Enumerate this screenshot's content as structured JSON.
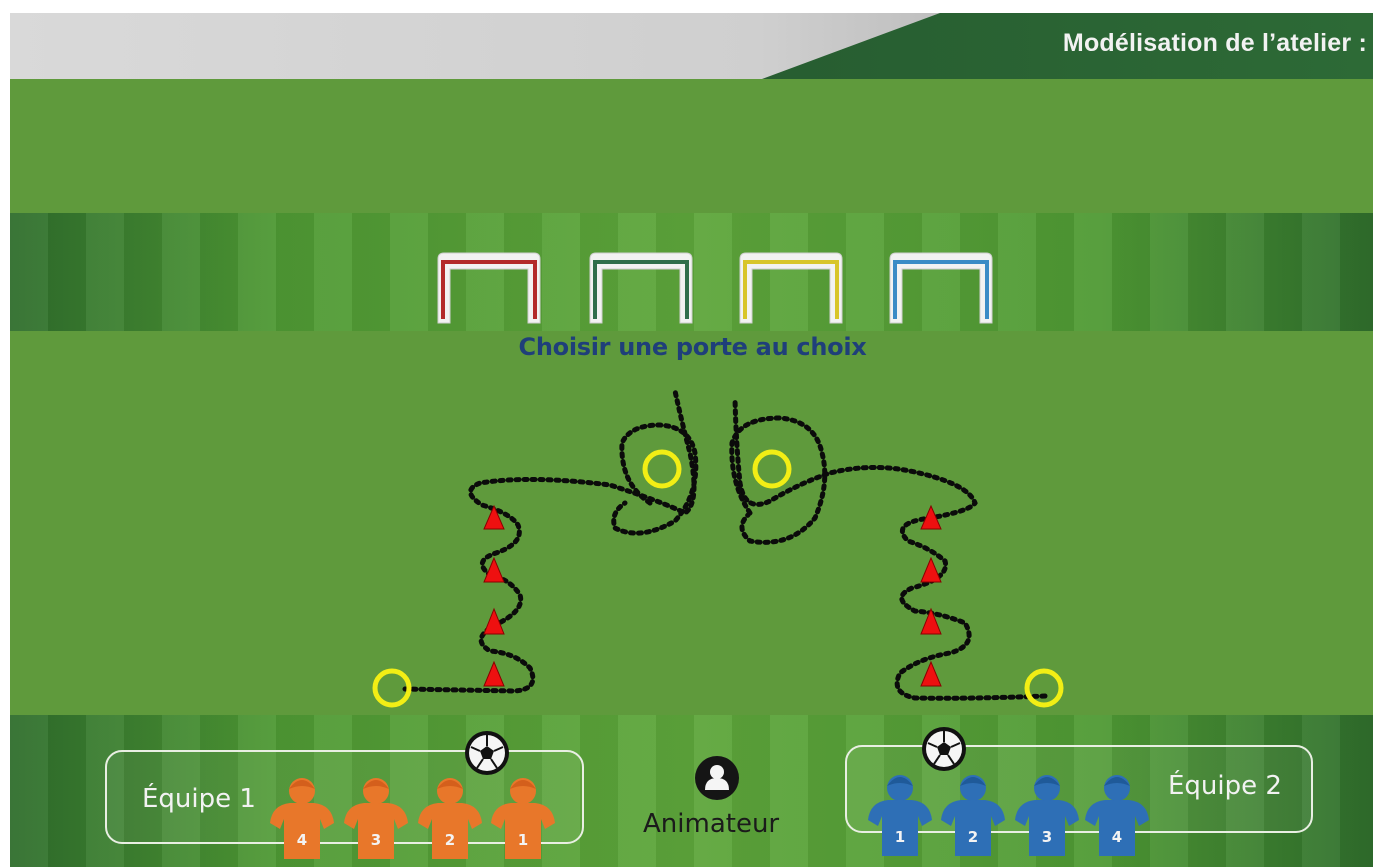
{
  "header": {
    "title": "Modélisation de l’atelier :"
  },
  "field": {
    "instruction": "Choisir une porte au choix",
    "goals": [
      {
        "color": "#b32a2a",
        "icon": "goal-icon"
      },
      {
        "color": "#2f6e4b",
        "icon": "goal-icon"
      },
      {
        "color": "#d8c52a",
        "icon": "goal-icon"
      },
      {
        "color": "#3a8bc6",
        "icon": "goal-icon"
      }
    ],
    "cone_color": "#ee1010",
    "ring_color": "#f2ee15"
  },
  "teams": [
    {
      "label": "Équipe 1",
      "color": "#e8772a",
      "players": [
        "4",
        "3",
        "2",
        "1"
      ]
    },
    {
      "label": "Équipe 2",
      "color": "#2e6fb6",
      "players": [
        "1",
        "2",
        "3",
        "4"
      ]
    }
  ],
  "animateur": {
    "label": "Animateur",
    "icon": "person-icon"
  }
}
